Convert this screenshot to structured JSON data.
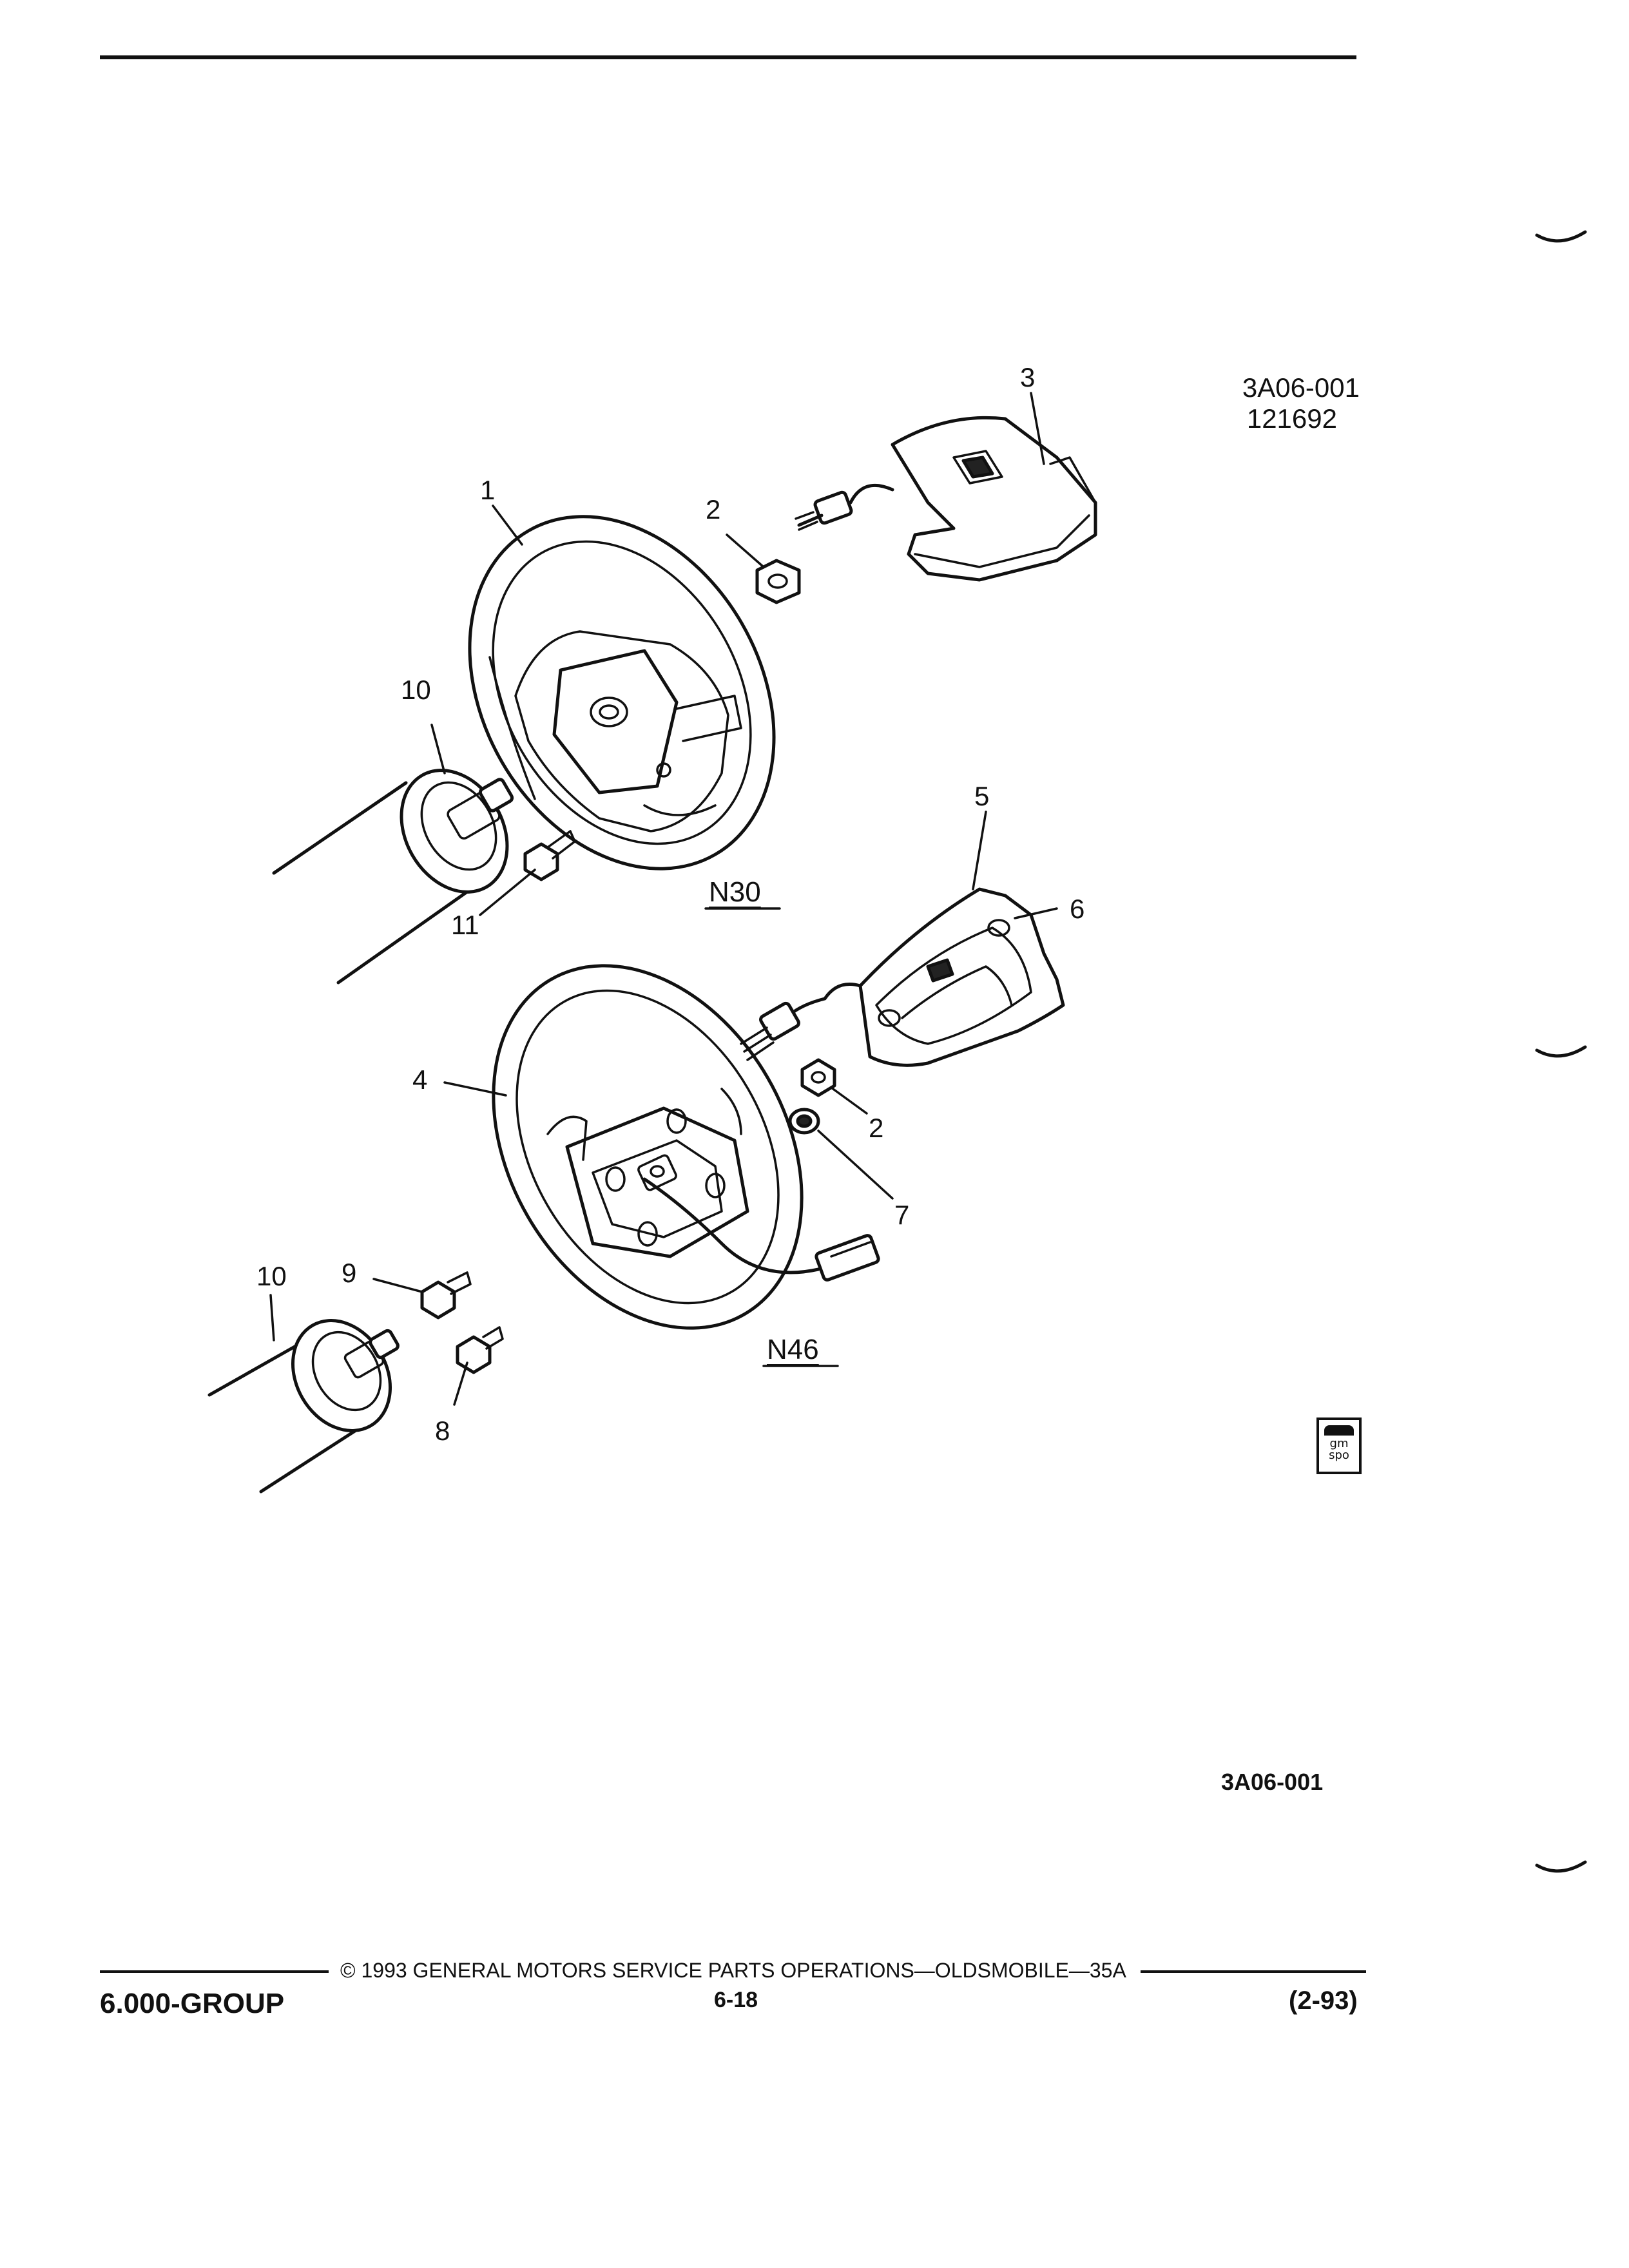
{
  "reference": {
    "illustration_no": "3A06-001",
    "date_code": "121692"
  },
  "callouts": {
    "c1": "1",
    "c2a": "2",
    "c2b": "2",
    "c3": "3",
    "c4": "4",
    "c5": "5",
    "c6": "6",
    "c7": "7",
    "c8": "8",
    "c9": "9",
    "c10a": "10",
    "c10b": "10",
    "c11": "11"
  },
  "variants": {
    "upper": "N30",
    "lower": "N46"
  },
  "corner_reference": "3A06-001",
  "logo": {
    "line1": "gm",
    "line2": "spo"
  },
  "footer": {
    "copyright": "© 1993 GENERAL MOTORS SERVICE PARTS OPERATIONS—OLDSMOBILE—35A",
    "group": "6.000-GROUP",
    "page_number": "6-18",
    "revision": "(2-93)"
  }
}
